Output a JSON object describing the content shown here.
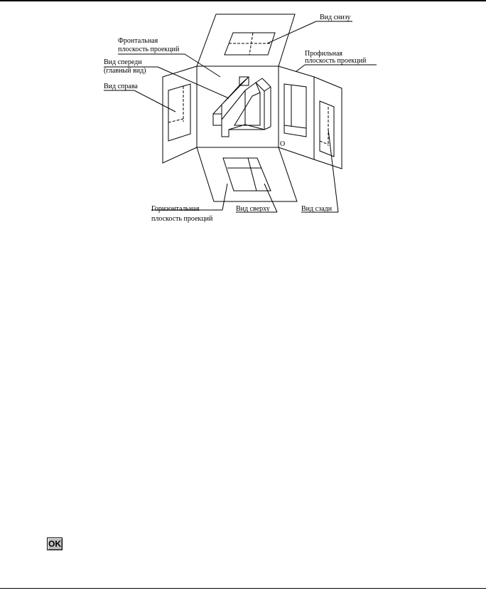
{
  "labels": {
    "bottom_view": "Вид снизу",
    "frontal_plane_1": "Фронтальная",
    "frontal_plane_2": "плоскость проекций",
    "front_view_1": "Вид спереди",
    "front_view_2": "(главный вид)",
    "right_view": "Вид справа",
    "profile_plane_1": "Профильная",
    "profile_plane_2": "плоскость проекций",
    "origin": "O",
    "horizontal_plane_1": "Горизонтальная",
    "horizontal_plane_2": "плоскость проекций",
    "top_view": "Вид сверху",
    "rear_view": "Вид сзади"
  },
  "ok_button": "OK"
}
